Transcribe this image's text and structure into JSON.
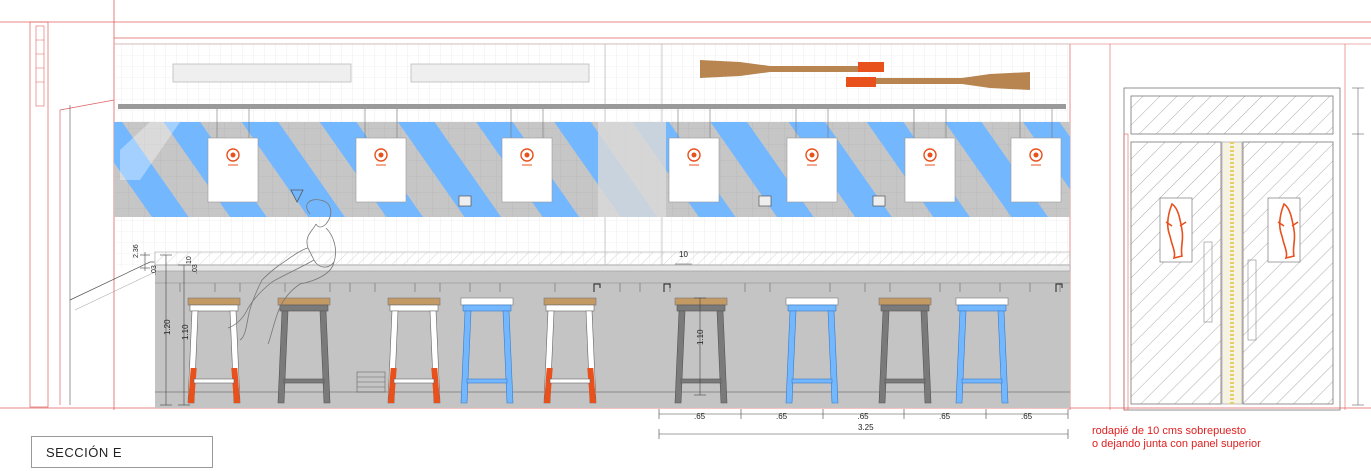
{
  "title": "SECCIÓN E",
  "note": {
    "line1": "rodapié de 10 cms sobrepuesto",
    "line2": "o dejando junta con panel superior"
  },
  "dimensions": {
    "bar_height": "1.20",
    "stool_height": "1.10",
    "stool_height_center": "1.10",
    "left_a": "2.36",
    "left_b": ".03",
    "top_a": ".10",
    "top_b": ".03",
    "ten": "10",
    "spacing": [
      ".65",
      ".65",
      ".65",
      ".65",
      ".65"
    ],
    "total": "3.25"
  },
  "colors": {
    "blue": "#73b7ff",
    "orange": "#e8501c",
    "wood": "#c49a64",
    "oar": "#b8844f",
    "counter": "#c4c4c4",
    "stool_grey": "#7a7a7a",
    "red_line": "#e06060"
  },
  "stools": [
    {
      "kind": "white-red"
    },
    {
      "kind": "grey"
    },
    {
      "kind": "white-red"
    },
    {
      "kind": "blue"
    },
    {
      "kind": "white-red"
    },
    {
      "kind": "grey"
    },
    {
      "kind": "blue"
    },
    {
      "kind": "grey"
    },
    {
      "kind": "blue"
    }
  ],
  "icons": {
    "fish": "fish-icon",
    "badge": "logo-badge-icon",
    "oar": "oar-icon"
  }
}
